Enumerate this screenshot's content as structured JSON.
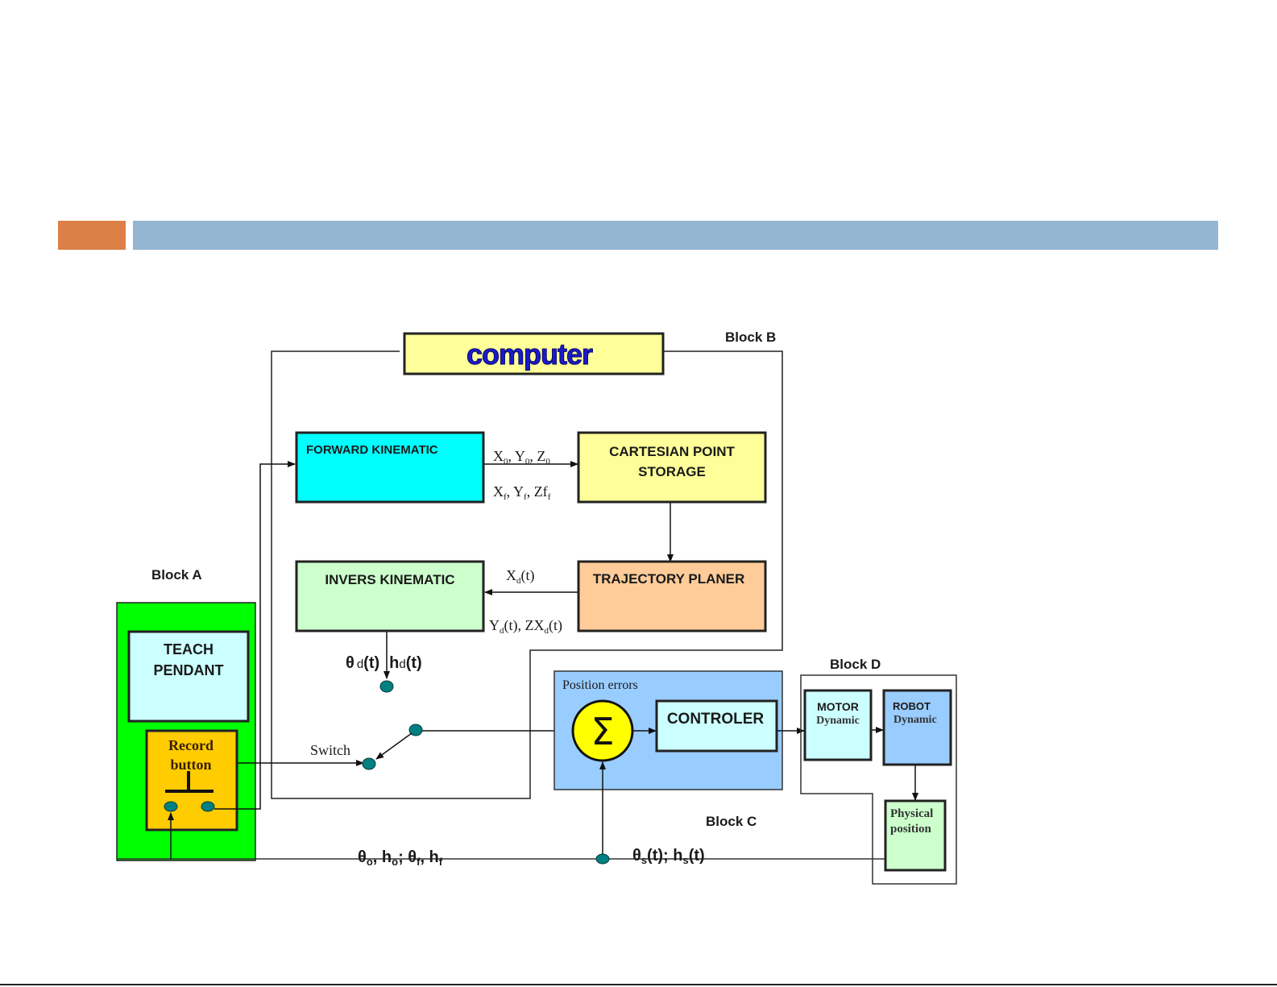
{
  "slide": {
    "header_accent_color": "#dd8047",
    "header_bar_color": "#94b6d2"
  },
  "diagram": {
    "computer_label": "computer",
    "blocks": {
      "block_a": "Block A",
      "block_b": "Block B",
      "block_c": "Block C",
      "block_d": "Block D"
    },
    "boxes": {
      "forward_kinematic": "FORWARD KINEMATIC",
      "cartesian_storage_line1": "CARTESIAN POINT",
      "cartesian_storage_line2": "STORAGE",
      "invers_kinematic": "INVERS KINEMATIC",
      "trajectory_planer": "TRAJECTORY PLANER",
      "teach_pendant_line1": "TEACH",
      "teach_pendant_line2": "PENDANT",
      "record_button_line1": "Record",
      "record_button_line2": "button",
      "position_errors": "Position errors",
      "sum_symbol": "Σ",
      "controler": "CONTROLER",
      "motor_line1": "MOTOR",
      "motor_line2": "Dynamic",
      "robot_line1": "ROBOT",
      "robot_line2": "Dynamic",
      "physical_line1": "Physical",
      "physical_line2": "position"
    },
    "signals": {
      "x0": "X",
      "x0_sub": "0",
      "y0": "Y",
      "y0_sub": "0",
      "z0": "Z",
      "z0_sub": "0",
      "xf": "X",
      "xf_sub": "f",
      "yf": "Y",
      "yf_sub": "f",
      "zf": "Zf",
      "zf_sub": "f",
      "xd": "X",
      "xd_sub": "d",
      "xd_tail": "(t)",
      "yd": "Y",
      "yd_sub": "d",
      "yd_tail": "(t), ZX",
      "zxd_sub": "d",
      "zxd_tail": "(t)",
      "theta_d": "θ",
      "theta_d_sub": "d",
      "theta_d_tail": "(t)",
      "h_d": "h",
      "h_d_sub": "d",
      "h_d_tail": "(t)",
      "switch_label": "Switch",
      "theta_o": "θ",
      "theta_o_sub": "o",
      "h_o": ", h",
      "h_o_sub": "o",
      "theta_f": ";  θ",
      "theta_f_sub": "f",
      "h_f": ", h",
      "h_f_sub": "f",
      "theta_s": "θ",
      "theta_s_sub": "s",
      "theta_s_tail": "(t); h",
      "h_s_sub": "s",
      "h_s_tail": "(t)"
    },
    "colors": {
      "computer_fill": "#ffff99",
      "computer_text": "#1a1acc",
      "forward_fill": "#00ffff",
      "cartesian_fill": "#ffff99",
      "invers_fill": "#ccffcc",
      "trajectory_fill": "#ffcc99",
      "block_a_fill": "#00ff00",
      "teach_fill": "#ccffff",
      "record_fill": "#ffcc00",
      "block_c_fill": "#99ccff",
      "sum_fill": "#ffff00",
      "controler_fill": "#ccffff",
      "motor_fill": "#ccffff",
      "robot_fill": "#99ccff",
      "physical_fill": "#ccffcc",
      "node_fill": "#008080"
    }
  }
}
